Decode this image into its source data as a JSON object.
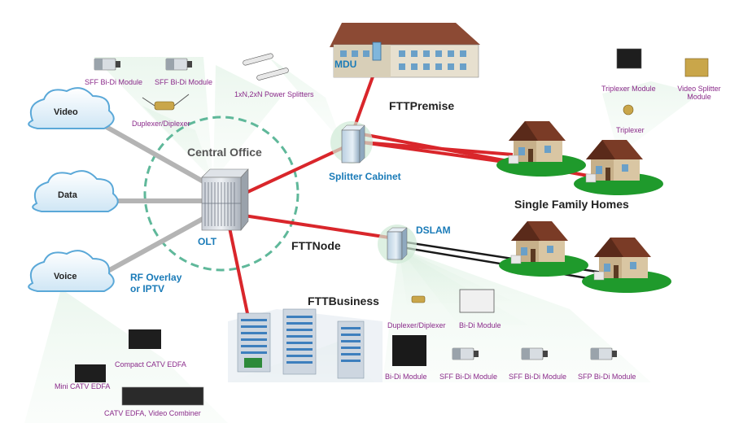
{
  "clouds": {
    "video": "Video",
    "data": "Data",
    "voice": "Voice"
  },
  "sections": {
    "central_office": "Central Office",
    "ftt_premise": "FTTPremise",
    "single_family_homes": "Single Family Homes",
    "ftt_node": "FTTNode",
    "ftt_business": "FTTBusiness"
  },
  "equipment": {
    "olt": "OLT",
    "mdu": "MDU",
    "splitter_cabinet": "Splitter Cabinet",
    "dslam": "DSLAM",
    "rf_overlay_line1": "RF Overlay",
    "rf_overlay_line2": "or IPTV"
  },
  "components": {
    "sff_bidi_1": "SFF Bi-Di Module",
    "sff_bidi_2": "SFF Bi-Di Module",
    "power_splitters": "1xN,2xN Power Splitters",
    "duplexer_top": "Duplexer/Diplexer",
    "triplexer_module": "Triplexer Module",
    "video_splitter_line1": "Video Splitter",
    "video_splitter_line2": "Module",
    "triplexer": "Triplexer",
    "duplexer_bottom": "Duplexer/Diplexer",
    "bidi_module_right": "Bi-Di Module",
    "bidi_module_bottom": "Bi-Di Module",
    "sff_bidi_3": "SFF Bi-Di Module",
    "sff_bidi_4": "SFF Bi-Di Module",
    "sfp_bidi": "SFP Bi-Di Module",
    "compact_catv": "Compact CATV EDFA",
    "mini_catv": "Mini CATV EDFA",
    "catv_combiner": "CATV EDFA, Video Combiner"
  },
  "colors": {
    "fiber_red": "#d9262b",
    "gray_link": "#b4b4b4",
    "copper_black": "#1a1a1a",
    "label_blue": "#1a7bb8",
    "label_purple": "#8a2a8a",
    "lawn_green": "#1f9a2c",
    "beam_green": "#cfe9d6",
    "dash_teal": "#5fb89a"
  },
  "icons": [
    "cloud-icon",
    "olt-rack-icon",
    "cabinet-icon",
    "house-icon",
    "building-icon",
    "module-icon"
  ]
}
